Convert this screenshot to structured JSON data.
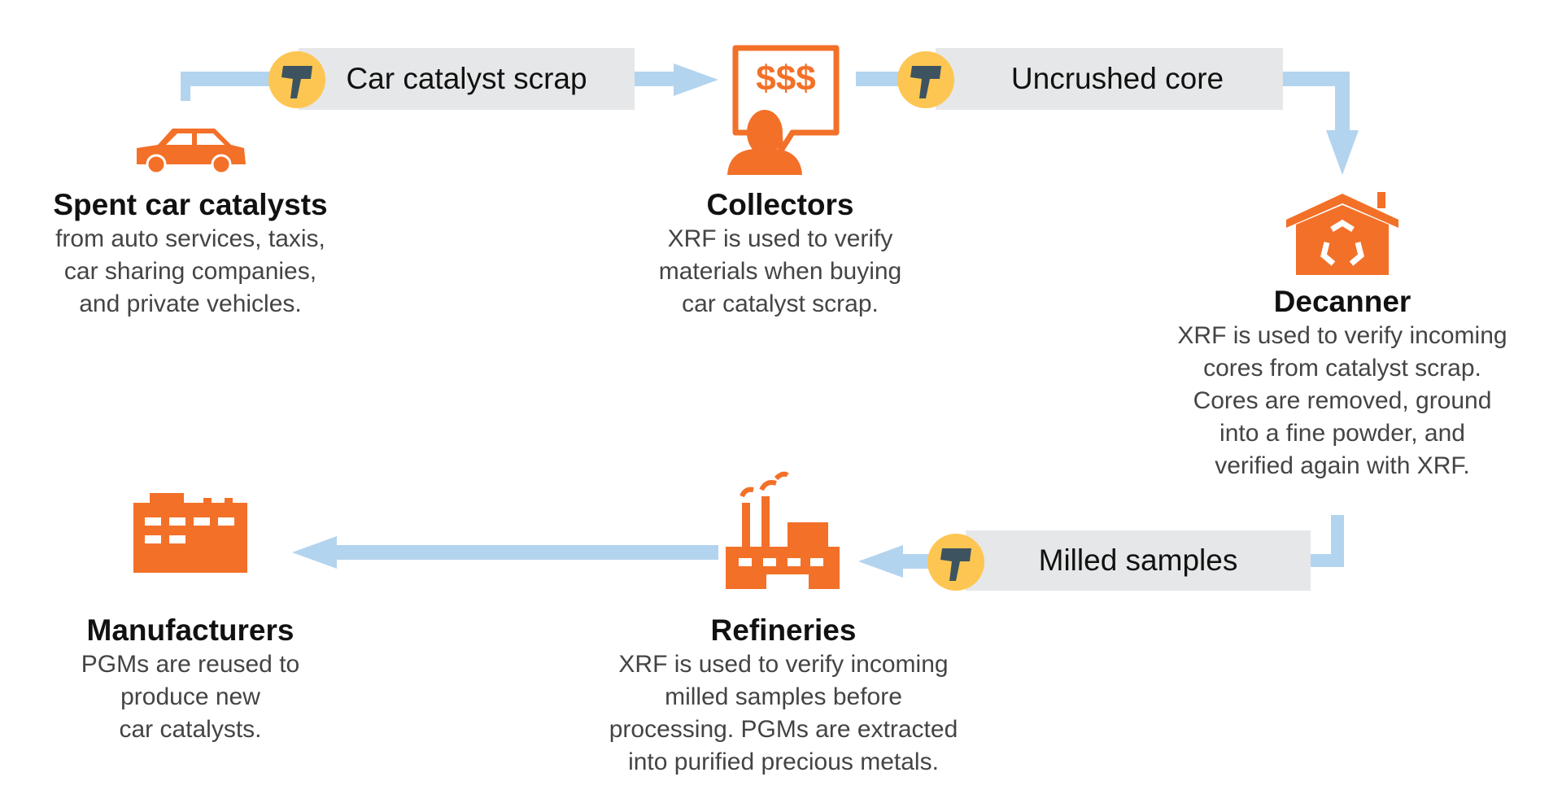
{
  "colors": {
    "accent": "#f37028",
    "flow": "#b3d4ef",
    "label_bg": "#e6e7e8",
    "badge": "#fdc652",
    "device": "#3d5460"
  },
  "flow_labels": [
    "Car catalyst scrap",
    "Uncrushed core",
    "Milled samples"
  ],
  "collectors_sign": "$$$",
  "nodes": [
    {
      "icon": "car-icon",
      "title": "Spent car catalysts",
      "lines": [
        "from auto services, taxis,",
        "car sharing companies,",
        "and private vehicles."
      ]
    },
    {
      "icon": "collector-person-icon",
      "title": "Collectors",
      "lines": [
        "XRF is used to verify",
        "materials when buying",
        "car catalyst scrap."
      ]
    },
    {
      "icon": "recycling-house-icon",
      "title": "Decanner",
      "lines": [
        "XRF is used to verify incoming",
        "cores from catalyst scrap.",
        "Cores are removed, ground",
        "into a fine powder, and",
        "verified again with XRF."
      ]
    },
    {
      "icon": "refinery-icon",
      "title": "Refineries",
      "lines": [
        "XRF is used to verify incoming",
        "milled samples before",
        "processing. PGMs are extracted",
        "into purified precious metals."
      ]
    },
    {
      "icon": "factory-icon",
      "title": "Manufacturers",
      "lines": [
        "PGMs are reused to",
        "produce new",
        "car catalysts."
      ]
    }
  ]
}
